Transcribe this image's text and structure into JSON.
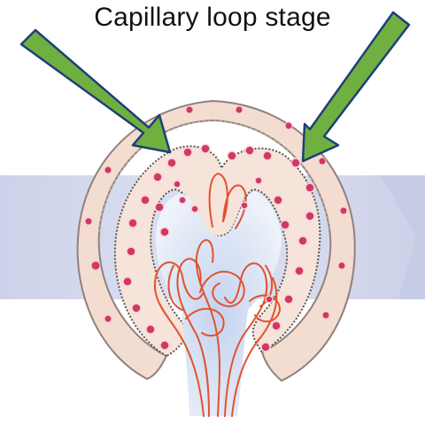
{
  "title": "Capillary loop stage",
  "colors": {
    "arrow_fill": "#6fb040",
    "arrow_stroke": "#1f3f78",
    "band": "#d3d7ec",
    "capsule": "#f1d8cc",
    "capsule_edge": "#9a8a86",
    "nucleus": "#c8285a",
    "vessel": "#e8542f",
    "interior": "#c9d7ee"
  },
  "icons": [
    "arrow-left",
    "arrow-right",
    "glomerulus-capillary-loop-illustration"
  ]
}
